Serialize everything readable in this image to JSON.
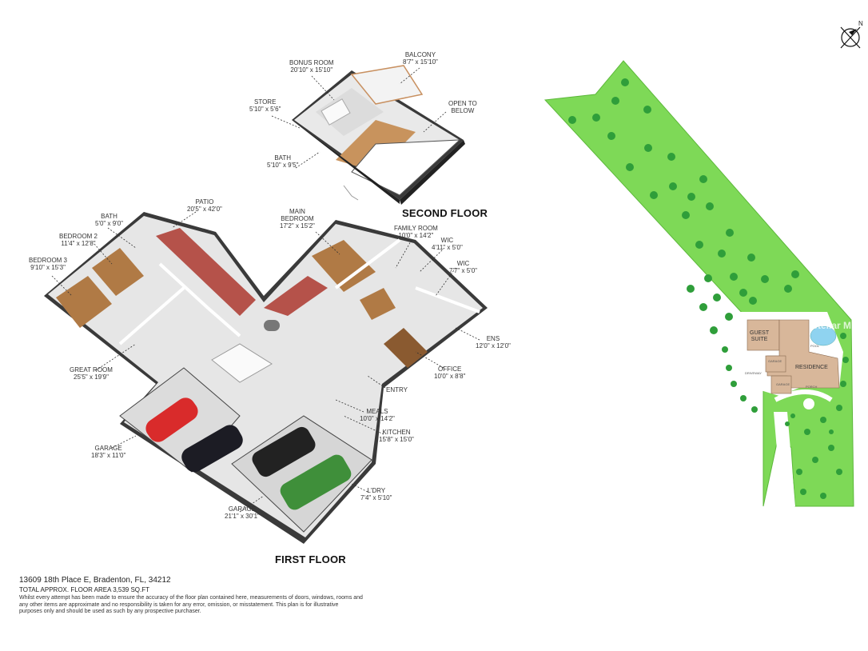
{
  "floors": {
    "second": "SECOND FLOOR",
    "first": "FIRST FLOOR"
  },
  "rooms": {
    "bonus": {
      "name": "BONUS ROOM",
      "dim": "20'10\" x 15'10\""
    },
    "balcony": {
      "name": "BALCONY",
      "dim": "8'7\" x 15'10\""
    },
    "store": {
      "name": "STORE",
      "dim": "5'10\" x 5'6\""
    },
    "open_below": {
      "name": "OPEN TO",
      "dim": "BELOW"
    },
    "bath2": {
      "name": "BATH",
      "dim": "5'10\" x 9'5\""
    },
    "patio": {
      "name": "PATIO",
      "dim": "20'5\" x 42'0\""
    },
    "bath1": {
      "name": "BATH",
      "dim": "5'0\" x 9'0\""
    },
    "bedroom2": {
      "name": "BEDROOM 2",
      "dim": "11'4\" x 12'8\""
    },
    "bedroom3": {
      "name": "BEDROOM 3",
      "dim": "9'10\" x 15'3\""
    },
    "main_bedroom": {
      "name": "MAIN",
      "name2": "BEDROOM",
      "dim": "17'2\" x 15'2\""
    },
    "family": {
      "name": "FAMILY ROOM",
      "dim": "10'0\" x 14'2\""
    },
    "wic1": {
      "name": "WIC",
      "dim": "4'11\" x 5'0\""
    },
    "wic2": {
      "name": "WIC",
      "dim": "7'7\" x 5'0\""
    },
    "ens": {
      "name": "ENS",
      "dim": "12'0\" x 12'0\""
    },
    "office": {
      "name": "OFFICE",
      "dim": "10'0\" x 8'8\""
    },
    "great": {
      "name": "GREAT ROOM",
      "dim": "25'5\" x 19'9\""
    },
    "entry": {
      "name": "ENTRY"
    },
    "meals": {
      "name": "MEALS",
      "dim": "10'0\" x 14'2\""
    },
    "kitchen": {
      "name": "KITCHEN",
      "dim": "15'8\" x 15'0\""
    },
    "garage1": {
      "name": "GARAGE",
      "dim": "18'3\" x 11'0\""
    },
    "garage2": {
      "name": "GARAGE",
      "dim": "21'1\" x 30'1\""
    },
    "ldry": {
      "name": "L'DRY",
      "dim": "7'4\" x 5'10\""
    }
  },
  "footer": {
    "address": "13609 18th Place E, Bradenton, FL, 34212",
    "area": "TOTAL APPROX. FLOOR AREA 3,539 SQ.FT",
    "disclaimer": "Whilst every attempt has been made to ensure the accuracy of the floor plan contained here, measurements of doors, windows, rooms and any other items are approximate and no responsibility is taken for any error, omission, or misstatement. This plan is for illustrative purposes only and should be used as such by any prospective purchaser."
  },
  "site": {
    "guest_suite": "GUEST",
    "guest_suite2": "SUITE",
    "residence": "RESIDENCE",
    "garage": "GARAGE",
    "porch": "PORCH",
    "pool": "POOL",
    "driveway": "DRIVEWAY",
    "compass": "N",
    "watermark": "Stellar MLS"
  },
  "colors": {
    "lawn": "#7ed957",
    "lawn_edge": "#5cb83a",
    "tree": "#2f9e3a",
    "floor_light": "#e8e8e8",
    "wood": "#b07a45",
    "patio_brick": "#b5524a",
    "wall": "#ffffff",
    "wall_dark": "#3a3a3a",
    "building": "#d8b79a"
  },
  "icons": [
    "compass-icon",
    "car-icon",
    "tree-icon"
  ]
}
